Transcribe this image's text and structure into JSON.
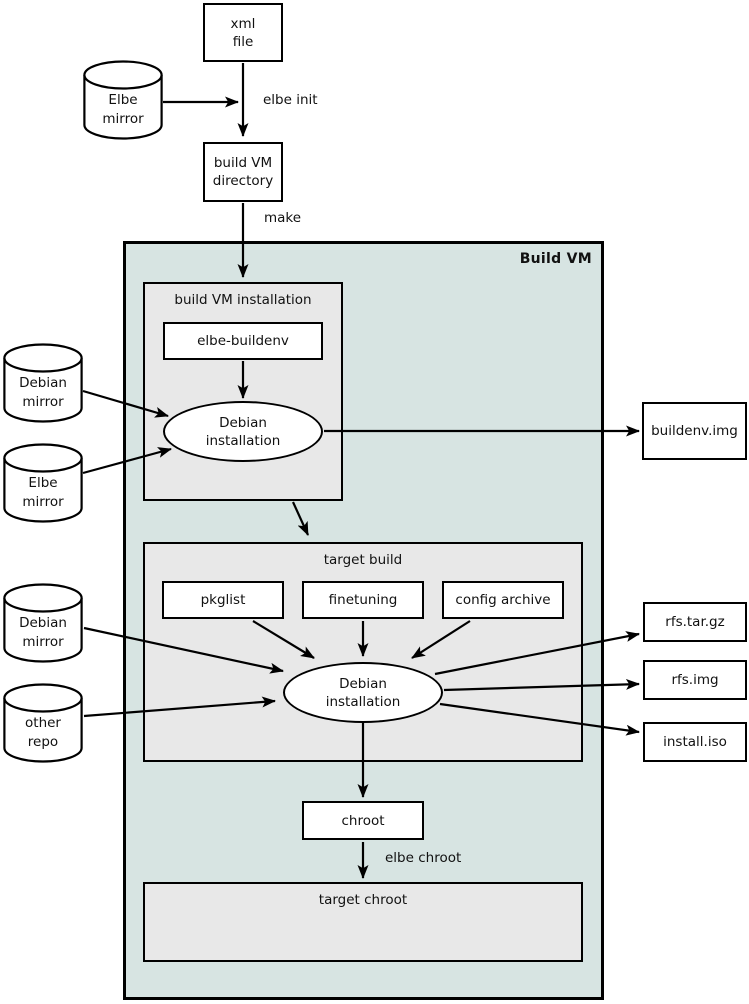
{
  "diagram_title": "Build VM",
  "colors": {
    "page_bg": "#ffffff",
    "vm_bg": "#d7e4e2",
    "panel_bg": "#e8e8e8",
    "node_bg": "#ffffff",
    "line": "#000000",
    "text": "#111111"
  },
  "containers": {
    "build_vm": {
      "label": "Build VM"
    },
    "build_vm_installation": {
      "label": "build VM installation"
    },
    "target_build": {
      "label": "target build"
    },
    "target_chroot": {
      "label": "target chroot"
    }
  },
  "nodes": {
    "xml_file": {
      "line1": "xml",
      "line2": "file"
    },
    "build_vm_directory": {
      "line1": "build VM",
      "line2": "directory"
    },
    "elbe_buildenv": {
      "label": "elbe-buildenv"
    },
    "debian_installation_1": {
      "line1": "Debian",
      "line2": "installation"
    },
    "buildenv_img": {
      "label": "buildenv.img"
    },
    "pkglist": {
      "label": "pkglist"
    },
    "finetuning": {
      "label": "finetuning"
    },
    "config_archive": {
      "label": "config archive"
    },
    "debian_installation_2": {
      "line1": "Debian",
      "line2": "installation"
    },
    "rfs_tar_gz": {
      "label": "rfs.tar.gz"
    },
    "rfs_img": {
      "label": "rfs.img"
    },
    "install_iso": {
      "label": "install.iso"
    },
    "chroot": {
      "label": "chroot"
    }
  },
  "cylinders": {
    "elbe_mirror_top": {
      "line1": "Elbe",
      "line2": "mirror"
    },
    "debian_mirror_upper": {
      "line1": "Debian",
      "line2": "mirror"
    },
    "elbe_mirror_mid": {
      "line1": "Elbe",
      "line2": "mirror"
    },
    "debian_mirror_lower": {
      "line1": "Debian",
      "line2": "mirror"
    },
    "other_repo": {
      "line1": "other",
      "line2": "repo"
    }
  },
  "edges": {
    "elbe_init_label": "elbe init",
    "make_label": "make",
    "elbe_chroot_label": "elbe chroot"
  }
}
